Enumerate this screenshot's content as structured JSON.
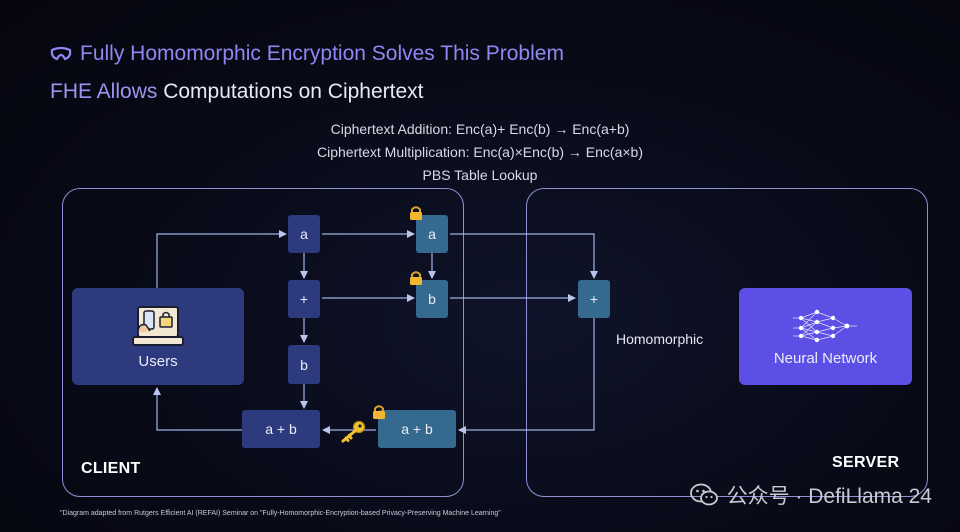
{
  "header": {
    "title": "Fully Homomorphic Encryption Solves This Problem",
    "subtitle_accent": "FHE Allows",
    "subtitle_rest": " Computations on Ciphertext"
  },
  "equations": {
    "addition": "Ciphertext Addition: Enc(a)+ Enc(b) → Enc(a+b)",
    "multiplication": "Ciphertext Multiplication: Enc(a)×Enc(b) → Enc(a×b)",
    "pbs": "PBS Table Lookup"
  },
  "client": {
    "label": "CLIENT",
    "users_label": "Users",
    "box_a": "a",
    "box_plus": "+",
    "box_b": "b",
    "box_sum": "a + b"
  },
  "encrypted": {
    "box_a": "a",
    "box_b": "b",
    "box_sum": "a + b"
  },
  "server": {
    "label": "SERVER",
    "box_plus": "+",
    "homomorphic_label": "Homomorphic",
    "nn_label": "Neural Network"
  },
  "footnote": "\"Diagram adapted from Rutgers Efficient AI (REFAI) Seminar on \"Fully-Homomorphic-Encryption-based Privacy-Preserving Machine Learning\"",
  "watermark": "公众号 · DefiLlama 24",
  "colors": {
    "accent": "#8f88f2",
    "client_box": "#2e3a7e",
    "encrypted_box": "#356a8e",
    "neural_network": "#5b4fe6",
    "panel_border": "#8f8fd6"
  }
}
